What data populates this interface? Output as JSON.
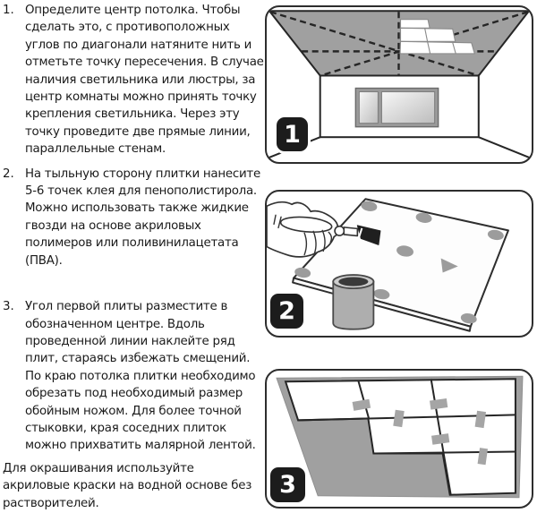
{
  "document": {
    "steps": [
      {
        "number": "1.",
        "badge": "1",
        "diagram": "room-ceiling-center-diagram",
        "text": "Определите центр потолка. Чтобы сделать это, с противоположных углов по диагонали натяните нить и отметьте точку пересечения. В случае наличия светильника или люстры, за центр комнаты можно принять точку крепления светильника. Через эту точку проведите две прямые линии, параллельные стенам."
      },
      {
        "number": "2.",
        "badge": "2",
        "diagram": "glue-application-diagram",
        "text": "На тыльную сторону плитки нанесите 5-6 точек клея для пенополистирола. Можно использовать также жидкие гвозди на основе акриловых полимеров или поливинилацетата (ПВА)."
      },
      {
        "number": "3.",
        "badge": "3",
        "diagram": "tile-row-laying-diagram",
        "text": "Угол первой плиты разместите в обозначенном центре. Вдоль проведенной линии наклейте ряд плит, стараясь избежать смещений. По краю потолка плитки необходимо обрезать под необходимый размер обойным ножом. Для более точной стыковки, края соседних плиток можно прихватить малярной лентой."
      }
    ],
    "footer": "Для окрашивания используйте акриловые краски на водной основе без растворителей."
  },
  "colors": {
    "ink": "#1a1a1a",
    "panel_border": "#2d2d2d",
    "ceiling_gray": "#a0a0a0",
    "badge_bg": "#1c1c1c",
    "badge_text": "#ffffff",
    "glue_gray": "#9c9c9c",
    "tape_gray": "#a5a5a5"
  }
}
